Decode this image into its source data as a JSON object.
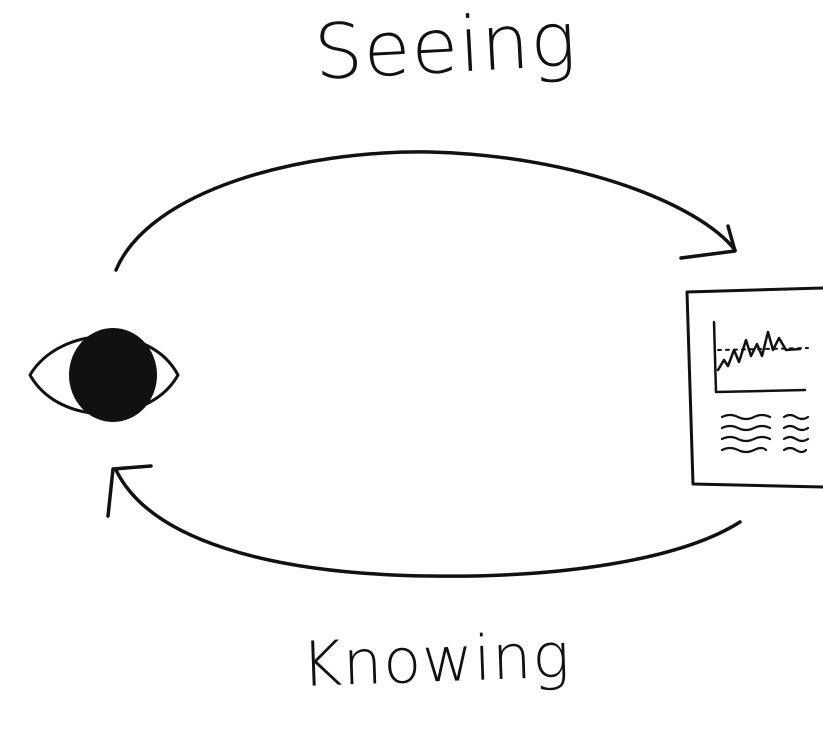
{
  "diagram": {
    "top_label": "Seeing",
    "bottom_label": "Knowing",
    "nodes": {
      "left": {
        "icon": "eye-icon"
      },
      "right": {
        "icon": "dashboard-report-icon"
      }
    },
    "arrows": [
      {
        "from": "left",
        "to": "right",
        "label_ref": "top_label"
      },
      {
        "from": "right",
        "to": "left",
        "label_ref": "bottom_label"
      }
    ],
    "colors": {
      "ink": "#111111",
      "background": "#ffffff"
    }
  }
}
